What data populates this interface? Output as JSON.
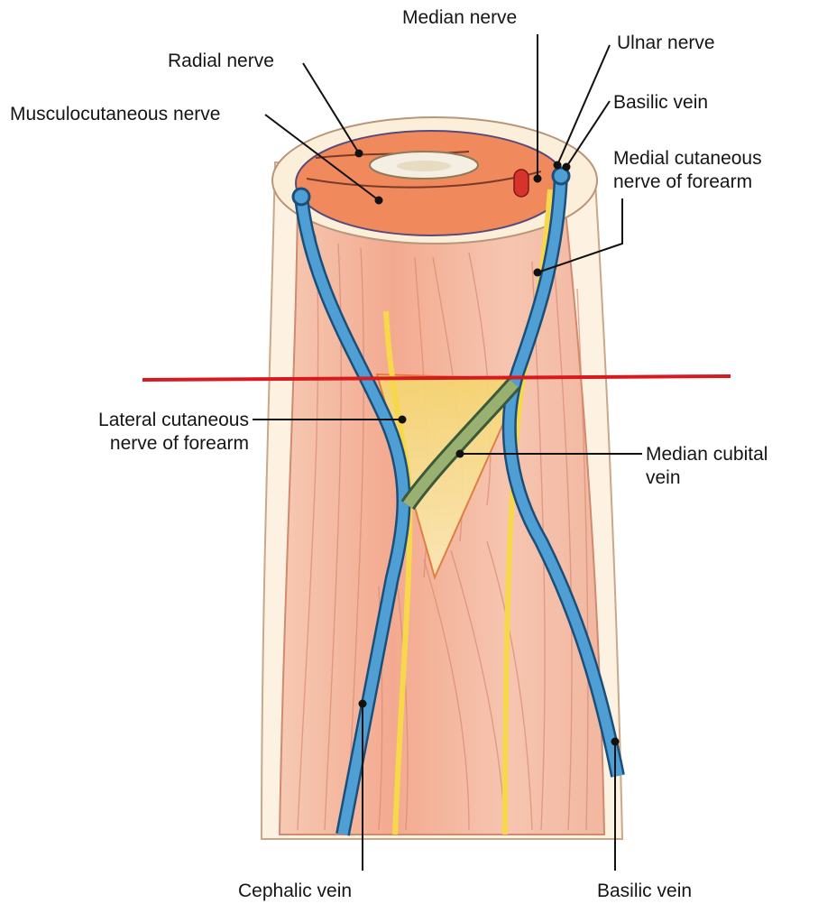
{
  "labels": {
    "median_nerve": "Median nerve",
    "ulnar_nerve": "Ulnar nerve",
    "radial_nerve": "Radial nerve",
    "basilic_vein_top": "Basilic vein",
    "musculocutaneous_nerve": "Musculocutaneous nerve",
    "medial_cutaneous_nerve": [
      "Medial cutaneous",
      "nerve of forearm"
    ],
    "lateral_cutaneous_nerve": [
      "Lateral cutaneous",
      "nerve of forearm"
    ],
    "median_cubital_vein": [
      "Median cubital",
      "vein"
    ],
    "cephalic_vein": "Cephalic vein",
    "basilic_vein_bottom": "Basilic vein"
  },
  "colors": {
    "muscle": "#f4b39a",
    "muscle_dark": "#e88f73",
    "muscle_section": "#f08a5c",
    "skin": "#fbe6cf",
    "vein": "#4f9fd4",
    "vein_outline": "#1b4f7a",
    "nerve": "#f7d84a",
    "artery": "#d8322c",
    "bone": "#f4efe2",
    "fossa": "#f7de86",
    "cut_line": "#d8191e",
    "leader": "#111111"
  },
  "icons": [
    "upper-arm-cross-section",
    "cubital-fossa-illustration"
  ]
}
